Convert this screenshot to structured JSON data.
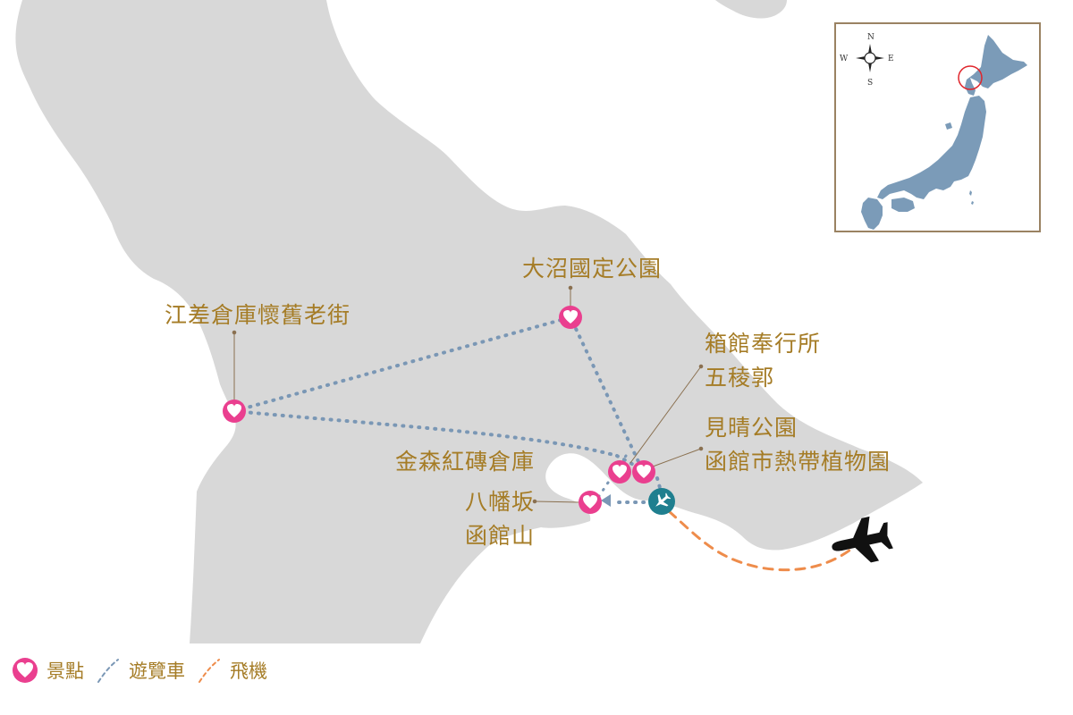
{
  "colors": {
    "land": "#d8d8d8",
    "label": "#a57c26",
    "bus_route": "#7a97b5",
    "flight_route": "#ee8c4b",
    "attraction_marker": "#ea3f8f",
    "airport_marker": "#1f7f8f",
    "japan_inset": "#7b9bb8",
    "inset_border": "#9a8262",
    "highlight_circle": "#e0262c"
  },
  "places": {
    "ezashi": "江差倉庫懷舊老街",
    "onuma": "大沼國定公園",
    "hakodate_magistrate": "箱館奉行所\n五稜郭",
    "miharashi": "見晴公園\n函館市熱帶植物園",
    "kanemori": "金森紅磚倉庫",
    "hachiman": "八幡坂\n函館山"
  },
  "icons": {
    "attraction": "heart-icon",
    "airport": "airplane-icon",
    "flight": "airplane-icon",
    "compass": "compass-icon"
  },
  "compass": {
    "n": "N",
    "s": "S",
    "e": "E",
    "w": "W"
  },
  "legend": {
    "attraction_label": "景點",
    "bus_label": "遊覽車",
    "flight_label": "飛機"
  }
}
